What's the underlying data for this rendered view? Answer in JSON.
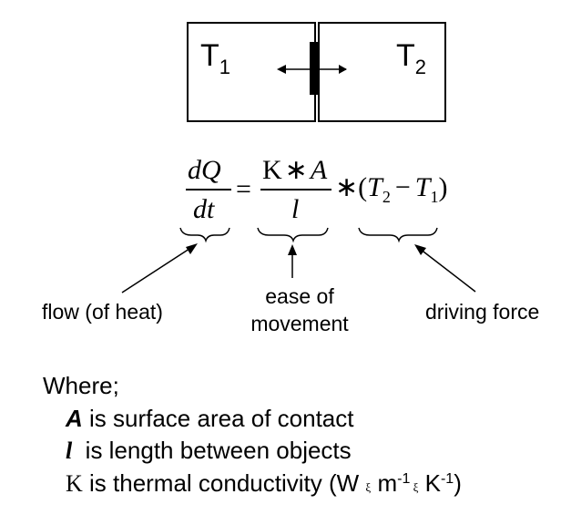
{
  "diagram": {
    "left_temp": {
      "symbol": "T",
      "sub": "1"
    },
    "right_temp": {
      "symbol": "T",
      "sub": "2"
    }
  },
  "equation": {
    "lhs_num": "dQ",
    "lhs_den": "dt",
    "equals": "=",
    "rhs_num_k": "K",
    "rhs_num_op": "∗",
    "rhs_num_a": "A",
    "rhs_den": "l",
    "times": "∗",
    "open_paren": "(",
    "t2": "T",
    "t2_sub": "2",
    "minus": "−",
    "t1": "T",
    "t1_sub": "1",
    "close_paren": ")"
  },
  "labels": {
    "flow": "flow (of heat)",
    "ease_line1": "ease of",
    "ease_line2": "movement",
    "driving": "driving force"
  },
  "legend": {
    "heading": "Where;",
    "a_symbol": "A",
    "a_text": " is surface area of contact",
    "l_symbol": "l",
    "l_text": "  is length between objects",
    "k_symbol": "K",
    "k_text_pre": " is thermal conductivity (W ",
    "dot1": "ξ",
    "m_unit": " m",
    "m_exp": "-1",
    "dot2": " ξ",
    "k_unit": " K",
    "k_exp": "-1",
    "k_close": ")"
  }
}
